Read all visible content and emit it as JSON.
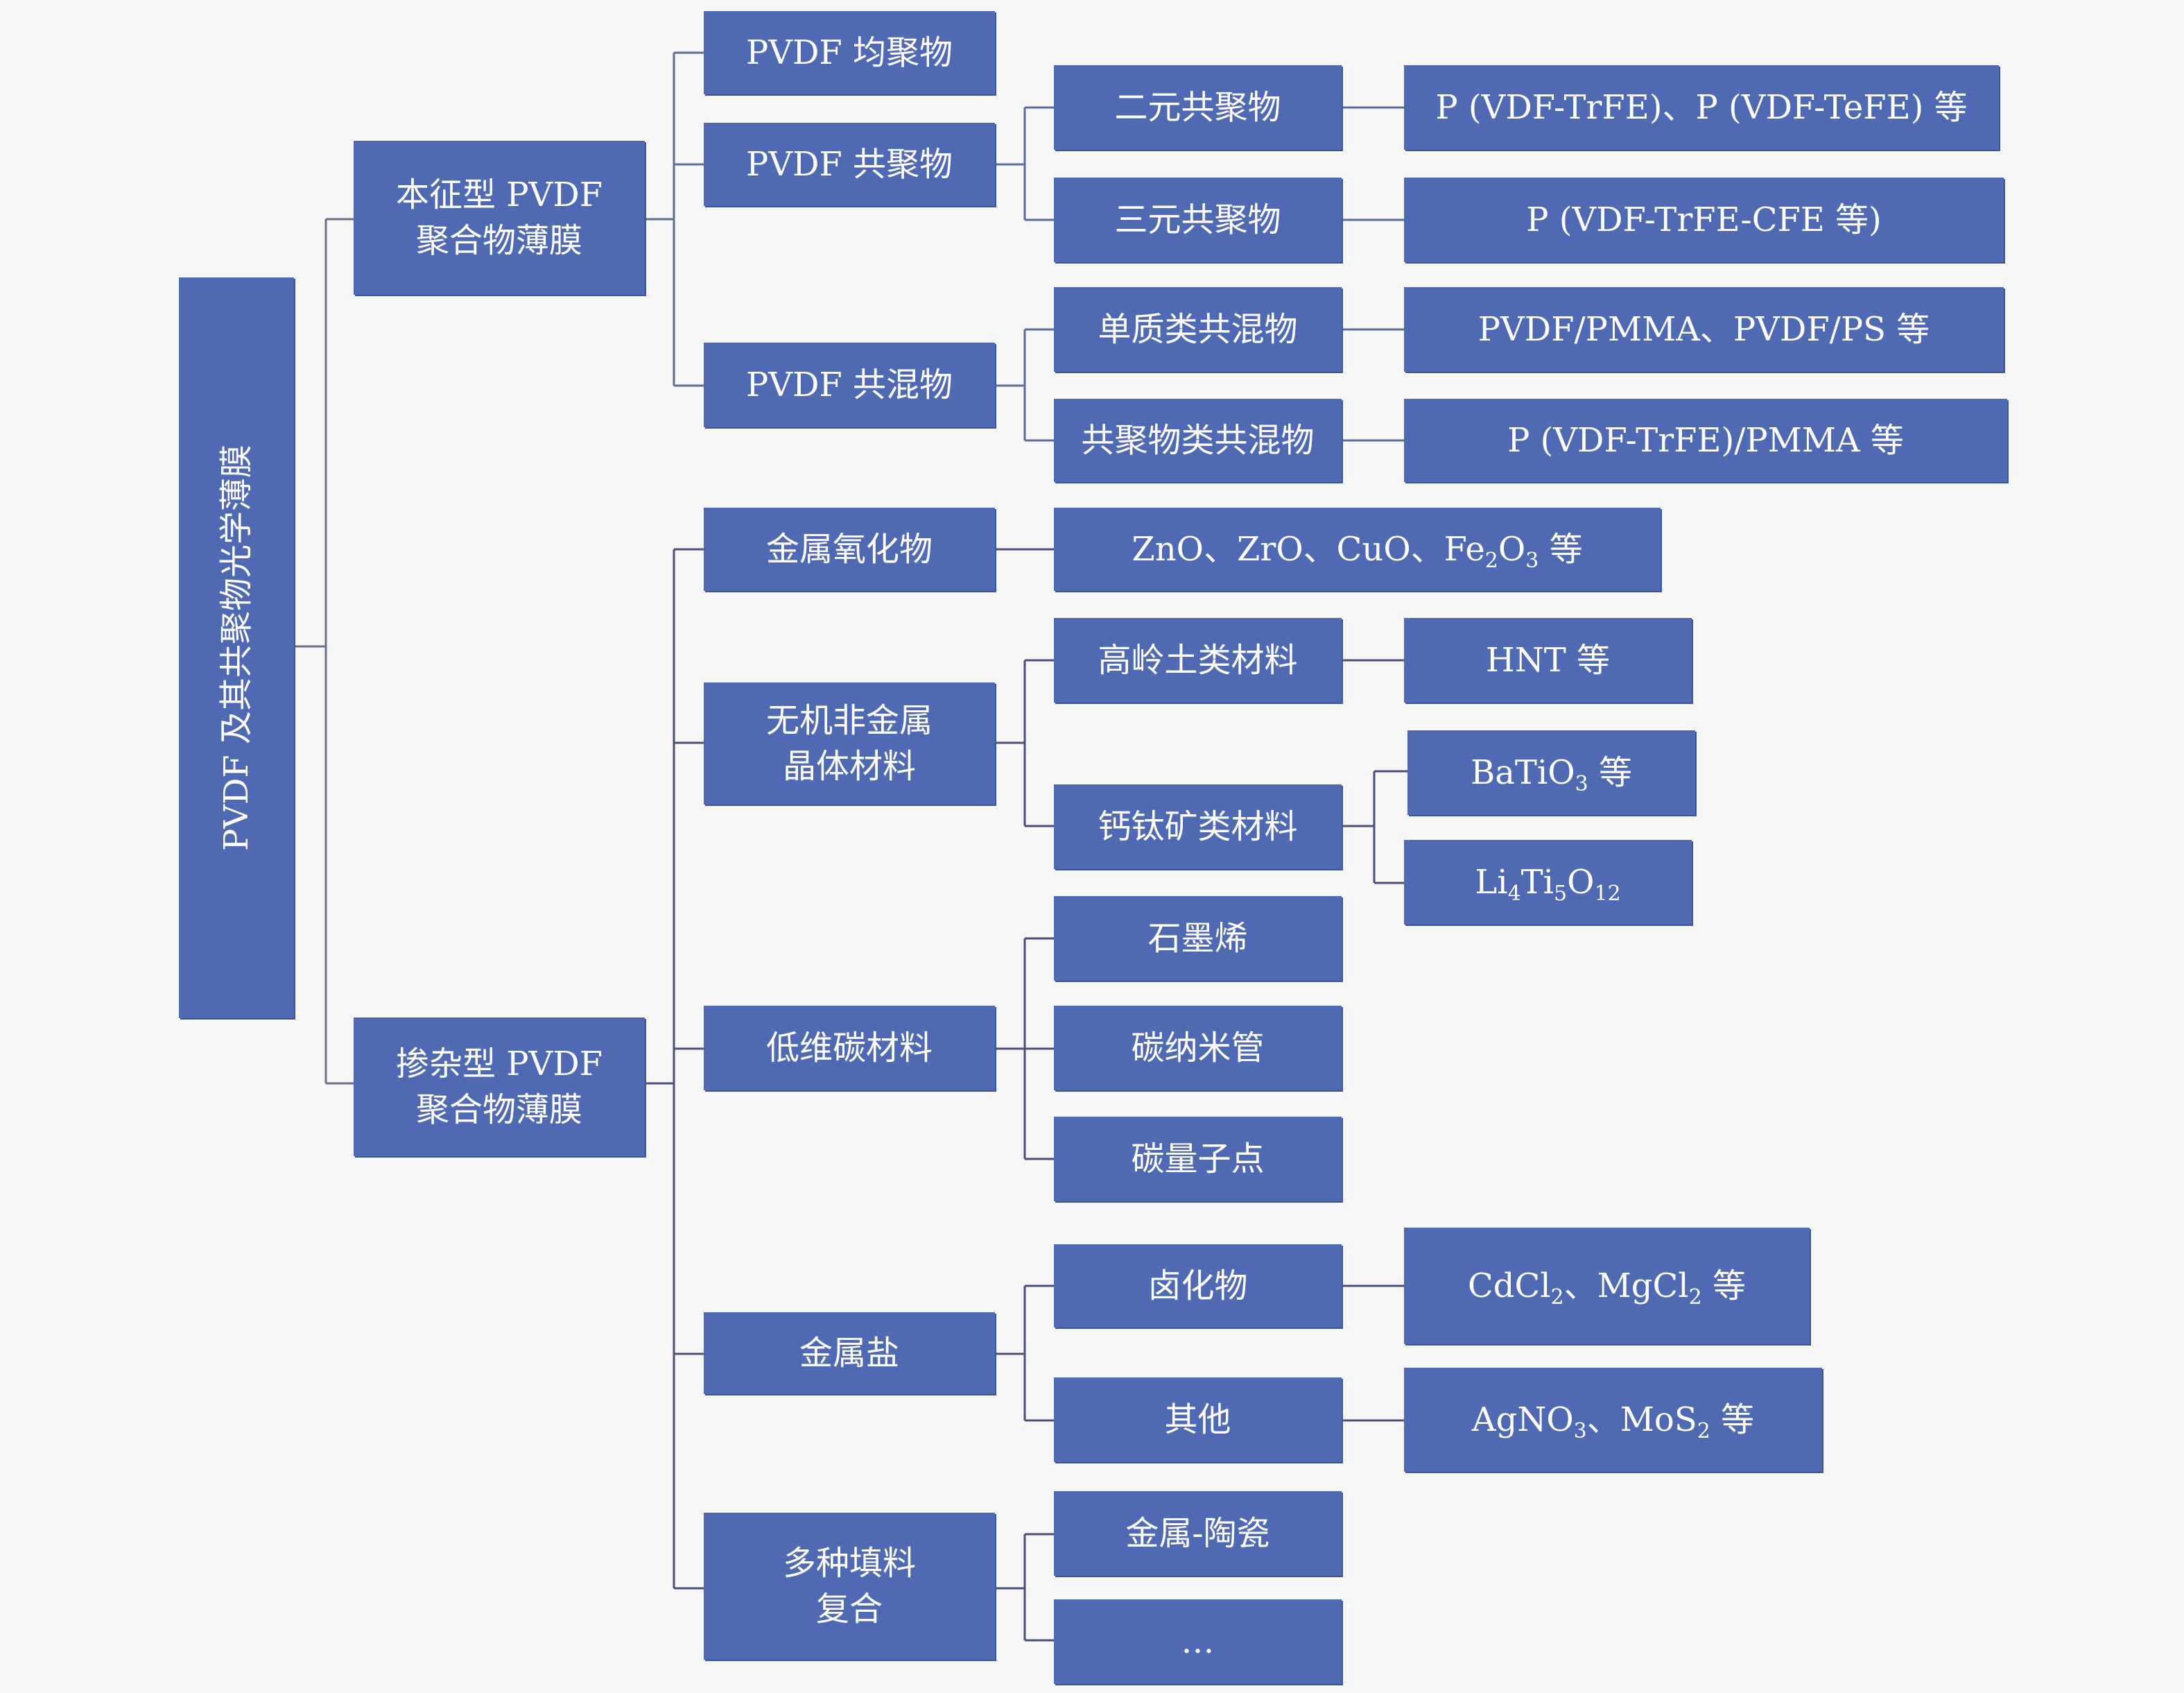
{
  "diagram": {
    "root": "PVDF 及其共聚物光学薄膜",
    "intrinsic": {
      "label": "本征型 PVDF\n聚合物薄膜",
      "homopolymer": "PVDF 均聚物",
      "copolymer": "PVDF 共聚物",
      "binary": "二元共聚物",
      "binary_examples": "P (VDF-TrFE)、P (VDF-TeFE) 等",
      "ternary": "三元共聚物",
      "ternary_examples": "P (VDF-TrFE-CFE 等)",
      "blend": "PVDF 共混物",
      "simple_blend": "单质类共混物",
      "simple_blend_examples": "PVDF/PMMA、PVDF/PS 等",
      "copolymer_blend": "共聚物类共混物",
      "copolymer_blend_examples": "P (VDF-TrFE)/PMMA 等"
    },
    "doped": {
      "label": "掺杂型 PVDF\n聚合物薄膜",
      "metal_oxide": "金属氧化物",
      "metal_oxide_examples": "ZnO、ZrO、CuO、Fe2O3 等",
      "inorganic": "无机非金属\n晶体材料",
      "kaolin": "高岭土类材料",
      "kaolin_examples": "HNT 等",
      "perovskite": "钙钛矿类材料",
      "perovskite_ex1": "BaTiO3 等",
      "perovskite_ex2": "Li4Ti5O12",
      "carbon": "低维碳材料",
      "graphene": "石墨烯",
      "cnt": "碳纳米管",
      "cqd": "碳量子点",
      "metal_salt": "金属盐",
      "halide": "卤化物",
      "halide_examples": "CdCl2、MgCl2 等",
      "other": "其他",
      "other_examples": "AgNO3、MoS2 等",
      "multi_filler": "多种填料\n复合",
      "metal_ceramic": "金属-陶瓷",
      "ellipsis": "…"
    }
  },
  "colors": {
    "node_fill": "#4f6ab3",
    "node_text": "#ffffff",
    "connector_intrinsic": "#5a6f9e",
    "connector_doped": "#4a4f7a",
    "background": "#f7f7f8"
  }
}
